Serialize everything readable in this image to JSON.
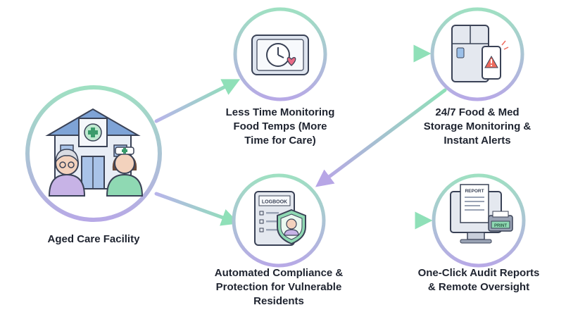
{
  "nodes": {
    "aged_care": {
      "label": "Aged Care Facility"
    },
    "less_time": {
      "label": "Less Time Monitoring\nFood Temps (More\nTime for Care)"
    },
    "storage_monitoring": {
      "label": "24/7 Food & Med\nStorage Monitoring &\nInstant Alerts"
    },
    "compliance": {
      "label": "Automated Compliance &\nProtection for Vulnerable\nResidents",
      "logbook_text": "LOGBOOK"
    },
    "audit": {
      "label": "One-Click Audit Reports\n& Remote Oversight",
      "report_text": "REPORT",
      "print_text": "PRINT"
    }
  },
  "colors": {
    "ring_start": "#9fe0c2",
    "ring_end": "#b7a9e6",
    "arrow_start": "#a9c8ea",
    "arrow_end": "#8fe0b8",
    "text": "#1f2430"
  }
}
